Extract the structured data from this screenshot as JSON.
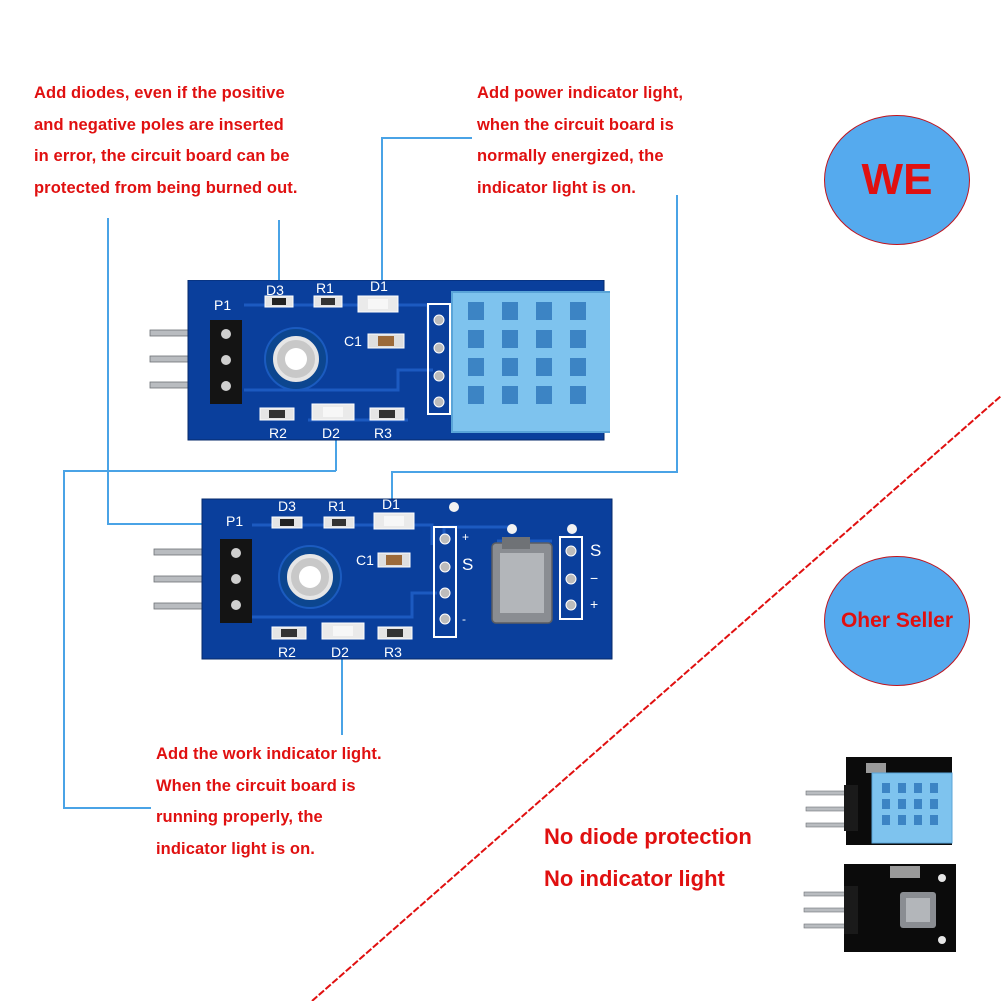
{
  "notes": {
    "diode": [
      "Add diodes, even if the positive",
      "and negative poles are inserted",
      "in error, the circuit board can be",
      "protected from being burned out."
    ],
    "power": [
      "Add power indicator light,",
      "when the circuit board is",
      "normally energized, the",
      "indicator light is on."
    ],
    "work": [
      "Add the work indicator light.",
      "When the circuit board is",
      "running properly, the",
      "indicator light is on."
    ]
  },
  "badges": {
    "we": "WE",
    "other": "Oher Seller"
  },
  "comparison": [
    "No diode protection",
    "No indicator light"
  ],
  "board_labels": {
    "p1": "P1",
    "d3": "D3",
    "r1": "R1",
    "d1": "D1",
    "c1": "C1",
    "r2": "R2",
    "d2": "D2",
    "r3": "R3",
    "s": "S",
    "plus": "+",
    "minus": "−",
    "pin_minus": "-"
  },
  "colors": {
    "accent_red": "#e01010",
    "badge_blue": "#55aaee",
    "pcb_blue": "#0a3f9c",
    "sensor_blue": "#7ec3ee",
    "leader_blue": "#4aa3e6"
  }
}
